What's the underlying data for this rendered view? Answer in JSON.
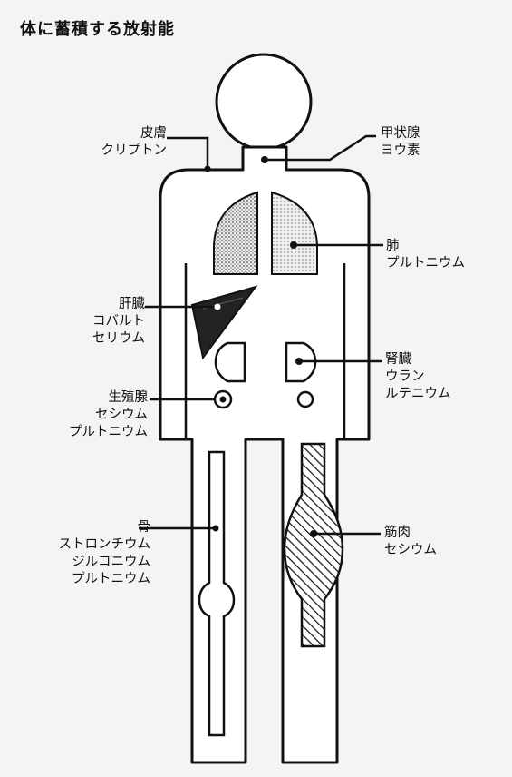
{
  "title": "体に蓄積する放射能",
  "labels": {
    "skin": [
      "皮膚",
      "クリプトン"
    ],
    "thyroid": [
      "甲状腺",
      "ヨウ素"
    ],
    "lung": [
      "肺",
      "プルトニウム"
    ],
    "liver": [
      "肝臓",
      "コバルト",
      "セリウム"
    ],
    "kidney": [
      "腎臓",
      "ウラン",
      "ルテニウム"
    ],
    "gonad": [
      "生殖腺",
      "セシウム",
      "プルトニウム"
    ],
    "bone": [
      "骨",
      "ストロンチウム",
      "ジルコニウム",
      "プルトニウム"
    ],
    "muscle": [
      "筋肉",
      "セシウム"
    ]
  }
}
